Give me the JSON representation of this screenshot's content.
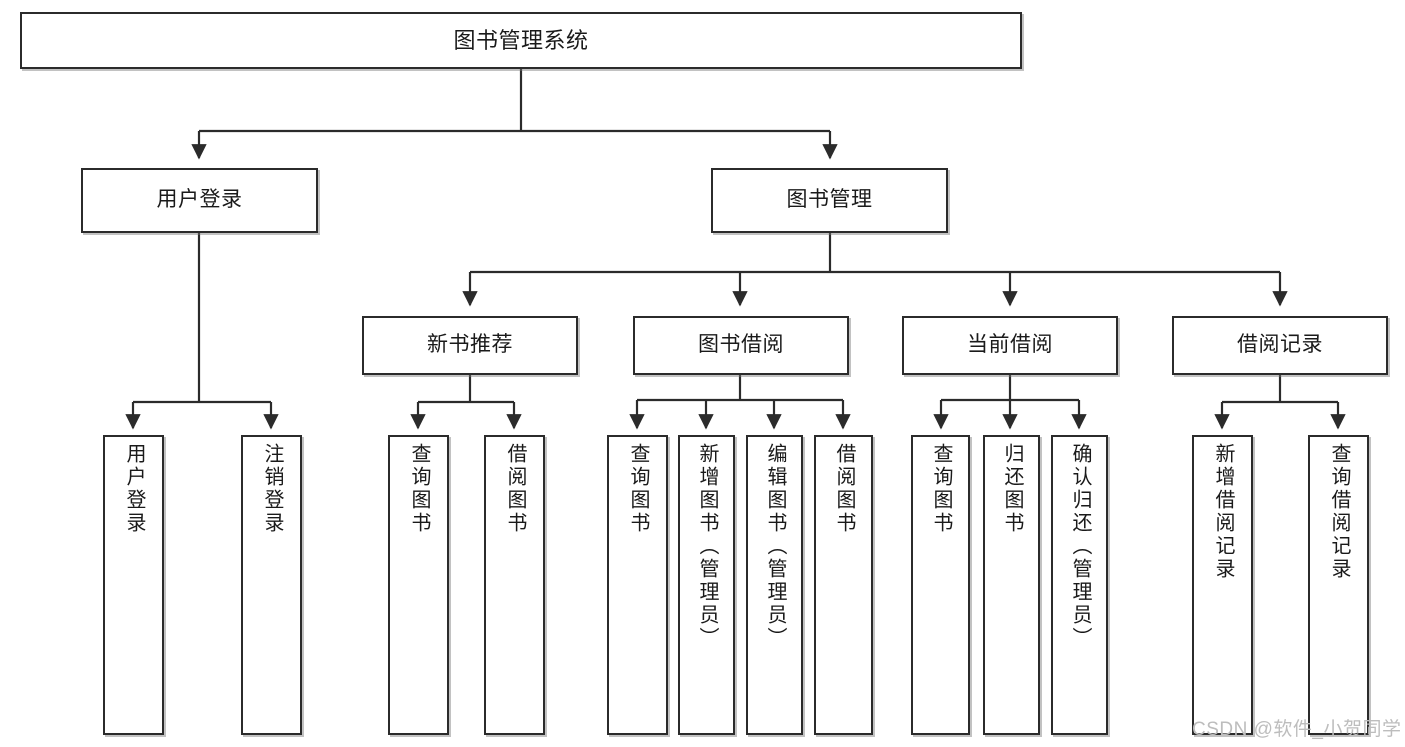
{
  "diagram": {
    "type": "tree",
    "title": "图书管理系统",
    "orientation": "top-down",
    "colors": {
      "box_border": "#2b2b2b",
      "box_fill": "#ffffff",
      "edge": "#1a1a1a",
      "text": "#1a1a1a",
      "watermark": "#bdbdbd",
      "background": "#ffffff"
    },
    "root": {
      "label": "图书管理系统"
    },
    "level2": [
      {
        "label": "用户登录"
      },
      {
        "label": "图书管理"
      }
    ],
    "level3": [
      {
        "label": "新书推荐"
      },
      {
        "label": "图书借阅"
      },
      {
        "label": "当前借阅"
      },
      {
        "label": "借阅记录"
      }
    ],
    "leaves": {
      "user_login": [
        {
          "label": "用户登录"
        },
        {
          "label": "注销登录"
        }
      ],
      "new_book_recommend": [
        {
          "label": "查询图书"
        },
        {
          "label": "借阅图书"
        }
      ],
      "book_borrow": [
        {
          "label": "查询图书"
        },
        {
          "label": "新增图书（管理员）"
        },
        {
          "label": "编辑图书（管理员）"
        },
        {
          "label": "借阅图书"
        }
      ],
      "current_borrow": [
        {
          "label": "查询图书"
        },
        {
          "label": "归还图书"
        },
        {
          "label": "确认归还（管理员）"
        }
      ],
      "borrow_record": [
        {
          "label": "新增借阅记录"
        },
        {
          "label": "查询借阅记录"
        }
      ]
    }
  },
  "watermark": {
    "text": "CSDN @软件_小贺同学"
  }
}
